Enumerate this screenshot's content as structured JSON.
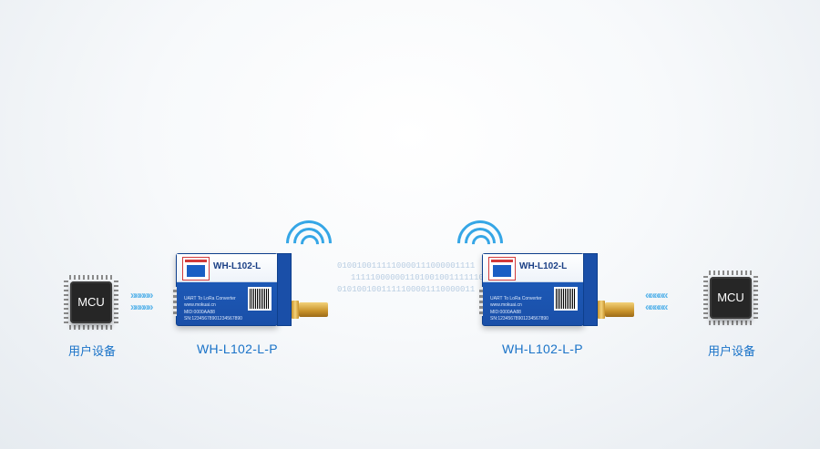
{
  "left": {
    "mcu_label": "MCU",
    "device_label": "用户设备",
    "module_caption": "WH-L102-L-P"
  },
  "right": {
    "mcu_label": "MCU",
    "device_label": "用户设备",
    "module_caption": "WH-L102-L-P"
  },
  "module": {
    "model": "WH-L102-L",
    "desc": "UART To LoRa Converter",
    "url": "www.mokuai.cn",
    "mid": "MID:0000AA88",
    "sn": "SN:12345678901234567890"
  },
  "bitstream": [
    "0100100111110000111000001111",
    "1111100000011010010011111100",
    "0101001001111100001110000011"
  ],
  "arrow_glyph": "»»»»»",
  "arrow_glyph_rev": "«««««",
  "colors": {
    "accent": "#1a73c8",
    "wave": "#35a6e6",
    "module": "#1a4fa8"
  }
}
